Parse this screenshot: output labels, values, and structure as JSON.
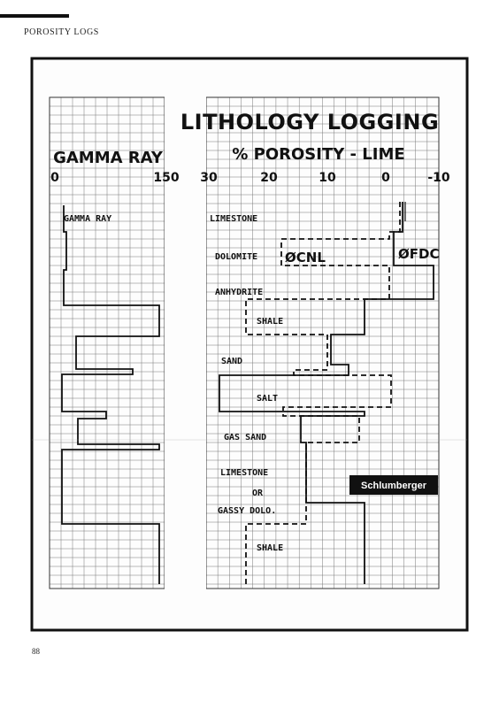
{
  "page": {
    "running_head": "POROSITY LOGS",
    "page_number": "88"
  },
  "figure": {
    "title": "LITHOLOGY LOGGING",
    "left_track": {
      "header": "GAMMA RAY",
      "scale_min": "0",
      "scale_max": "150",
      "curve_label": "GAMMA RAY"
    },
    "right_track": {
      "header": "% POROSITY - LIME",
      "scale_ticks": [
        "30",
        "20",
        "10",
        "0",
        "-10"
      ],
      "cnl_label": "ØCNL",
      "fdc_label": "ØFDC"
    },
    "lithology_labels": [
      "LIMESTONE",
      "DOLOMITE",
      "ANHYDRITE",
      "SHALE",
      "SAND",
      "SALT",
      "GAS SAND",
      "LIMESTONE",
      "OR",
      "GASSY DOLO.",
      "SHALE"
    ],
    "logo": "Schlumberger"
  }
}
